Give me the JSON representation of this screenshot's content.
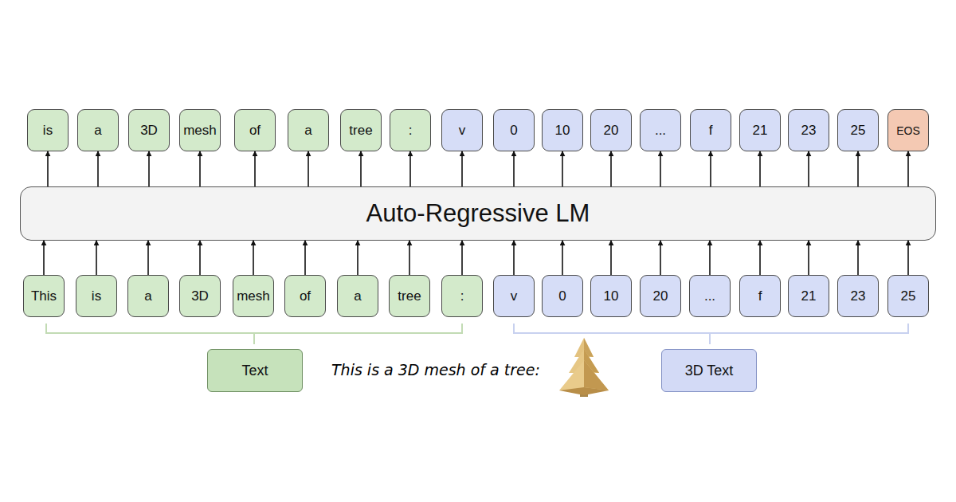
{
  "diagram": {
    "nodes": [
      {
        "text": [
          "is"
        ]
      },
      {
        "text": [
          "a"
        ]
      },
      {
        "text": [
          "3D"
        ]
      },
      {
        "text": [
          "mesh"
        ]
      },
      {
        "text": [
          "of"
        ]
      },
      {
        "text": [
          "a"
        ]
      },
      {
        "text": [
          "tree"
        ]
      },
      {
        "text": [
          ":"
        ]
      },
      {
        "text": [
          "v"
        ]
      },
      {
        "text": [
          "0"
        ]
      },
      {
        "text": [
          "10"
        ]
      },
      {
        "text": [
          "20"
        ]
      },
      {
        "text": [
          "..."
        ]
      },
      {
        "text": [
          "f"
        ]
      },
      {
        "text": [
          "21"
        ]
      },
      {
        "text": [
          "23"
        ]
      },
      {
        "text": [
          "25"
        ]
      },
      {
        "text": [
          "EOS"
        ]
      },
      {
        "text": [
          "Auto-Regressive LM"
        ]
      },
      {
        "text": [
          "This"
        ]
      },
      {
        "text": [
          "is"
        ]
      },
      {
        "text": [
          "a"
        ]
      },
      {
        "text": [
          "3D"
        ]
      },
      {
        "text": [
          "mesh"
        ]
      },
      {
        "text": [
          "of"
        ]
      },
      {
        "text": [
          "a"
        ]
      },
      {
        "text": [
          "tree"
        ]
      },
      {
        "text": [
          ":"
        ]
      },
      {
        "text": [
          "v"
        ]
      },
      {
        "text": [
          "0"
        ]
      },
      {
        "text": [
          "10"
        ]
      },
      {
        "text": [
          "20"
        ]
      },
      {
        "text": [
          "..."
        ]
      },
      {
        "text": [
          "f"
        ]
      },
      {
        "text": [
          "21"
        ]
      },
      {
        "text": [
          "23"
        ]
      },
      {
        "text": [
          "25"
        ]
      }
    ],
    "edges": [
      {
        "from": 19,
        "to": 18,
        "arrow": "to"
      },
      {
        "from": 20,
        "to": 18,
        "arrow": "to"
      },
      {
        "from": 21,
        "to": 18,
        "arrow": "to"
      },
      {
        "from": 22,
        "to": 18,
        "arrow": "to"
      },
      {
        "from": 23,
        "to": 18,
        "arrow": "to"
      },
      {
        "from": 24,
        "to": 18,
        "arrow": "to"
      },
      {
        "from": 25,
        "to": 18,
        "arrow": "to"
      },
      {
        "from": 26,
        "to": 18,
        "arrow": "to"
      },
      {
        "from": 27,
        "to": 18,
        "arrow": "to"
      },
      {
        "from": 28,
        "to": 18,
        "arrow": "to"
      },
      {
        "from": 29,
        "to": 18,
        "arrow": "to"
      },
      {
        "from": 30,
        "to": 18,
        "arrow": "to"
      },
      {
        "from": 31,
        "to": 18,
        "arrow": "to"
      },
      {
        "from": 32,
        "to": 18,
        "arrow": "to"
      },
      {
        "from": 33,
        "to": 18,
        "arrow": "to"
      },
      {
        "from": 34,
        "to": 18,
        "arrow": "to"
      },
      {
        "from": 35,
        "to": 18,
        "arrow": "to"
      },
      {
        "from": 36,
        "to": 18,
        "arrow": "to"
      },
      {
        "from": 18,
        "to": 0,
        "arrow": "to"
      },
      {
        "from": 18,
        "to": 1,
        "arrow": "to"
      },
      {
        "from": 18,
        "to": 2,
        "arrow": "to"
      },
      {
        "from": 18,
        "to": 3,
        "arrow": "to"
      },
      {
        "from": 18,
        "to": 4,
        "arrow": "to"
      },
      {
        "from": 18,
        "to": 5,
        "arrow": "to"
      },
      {
        "from": 18,
        "to": 6,
        "arrow": "to"
      },
      {
        "from": 18,
        "to": 7,
        "arrow": "to"
      },
      {
        "from": 18,
        "to": 8,
        "arrow": "to"
      },
      {
        "from": 18,
        "to": 9,
        "arrow": "to"
      },
      {
        "from": 18,
        "to": 10,
        "arrow": "to"
      },
      {
        "from": 18,
        "to": 11,
        "arrow": "to"
      },
      {
        "from": 18,
        "to": 12,
        "arrow": "to"
      },
      {
        "from": 18,
        "to": 13,
        "arrow": "to"
      },
      {
        "from": 18,
        "to": 14,
        "arrow": "to"
      },
      {
        "from": 18,
        "to": 15,
        "arrow": "to"
      },
      {
        "from": 18,
        "to": 16,
        "arrow": "to"
      },
      {
        "from": 18,
        "to": 17,
        "arrow": "to"
      }
    ],
    "labels": [
      "This is a 3D mesh of a tree:"
    ],
    "legend": [
      {
        "text": "Text",
        "color": "#c6e2bb"
      },
      {
        "text": "3D Text",
        "color": "#d3daf6"
      }
    ]
  }
}
